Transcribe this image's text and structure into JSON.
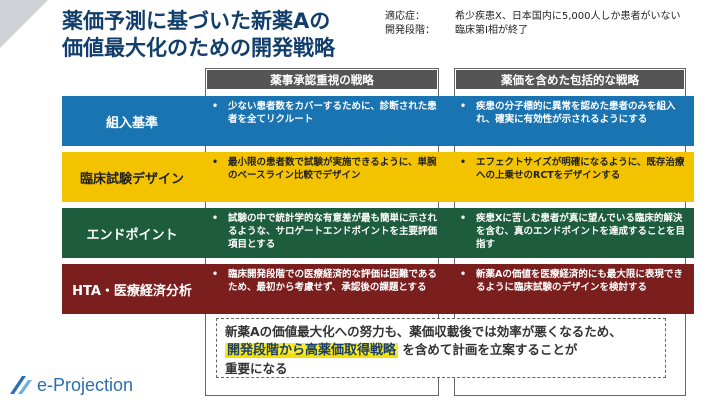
{
  "title": {
    "line1": "薬価予測に基づいた新薬Aの",
    "line2": "価値最大化のための開発戦略"
  },
  "meta": [
    {
      "key": "適応症：",
      "value": "希少疾患X、日本国内に5,000人しか患者がいない"
    },
    {
      "key": "開発段階：",
      "value": "臨床第Ⅰ相が終了"
    }
  ],
  "columns": {
    "left": "薬事承認重視の戦略",
    "right": "薬価を含めた包括的な戦略"
  },
  "rows": [
    {
      "label": "組入基準",
      "left": "少ない患者数をカバーするために、診断された患者を全てリクルート",
      "right": "疾患の分子標的に異常を認めた患者のみを組入れ、確実に有効性が示されるようにする"
    },
    {
      "label": "臨床試験デザイン",
      "left": "最小限の患者数で試験が実施できるように、単腕のベースライン比較でデザイン",
      "right": "エフェクトサイズが明確になるように、既存治療への上乗せのRCTをデザインする"
    },
    {
      "label": "エンドポイント",
      "left": "試験の中で統計学的な有意差が最も簡単に示されるような、サロゲートエンドポイントを主要評価項目とする",
      "right": "疾患Xに苦しむ患者が真に望んでいる臨床的解決を含む、真のエンドポイントを達成することを目指す"
    },
    {
      "label": "HTA・医療経済分析",
      "left": "臨床開発段階での医療経済的な評価は困難であるため、最初から考慮せず、承認後の課題とする",
      "right": "新薬Aの価値を医療経済的にも最大限に表現できるように臨床試験のデザインを検討する"
    }
  ],
  "bullet": "•",
  "note": {
    "part1": "新薬Aの価値最大化への努力も、薬価収載後では効率が悪くなるため、",
    "highlight": "開発段階から高薬価取得戦略",
    "part2": "を含めて計画を立案することが",
    "part3": "重要になる"
  },
  "logo": {
    "text": "e-Projection",
    "icon": "e-projection-logo-icon"
  },
  "colors": {
    "title": "#123e6b",
    "row1": "#1a74b2",
    "row2": "#f3c300",
    "row3": "#1e5c3e",
    "row4": "#7b1e1e",
    "highlight": "#f7ea33"
  }
}
